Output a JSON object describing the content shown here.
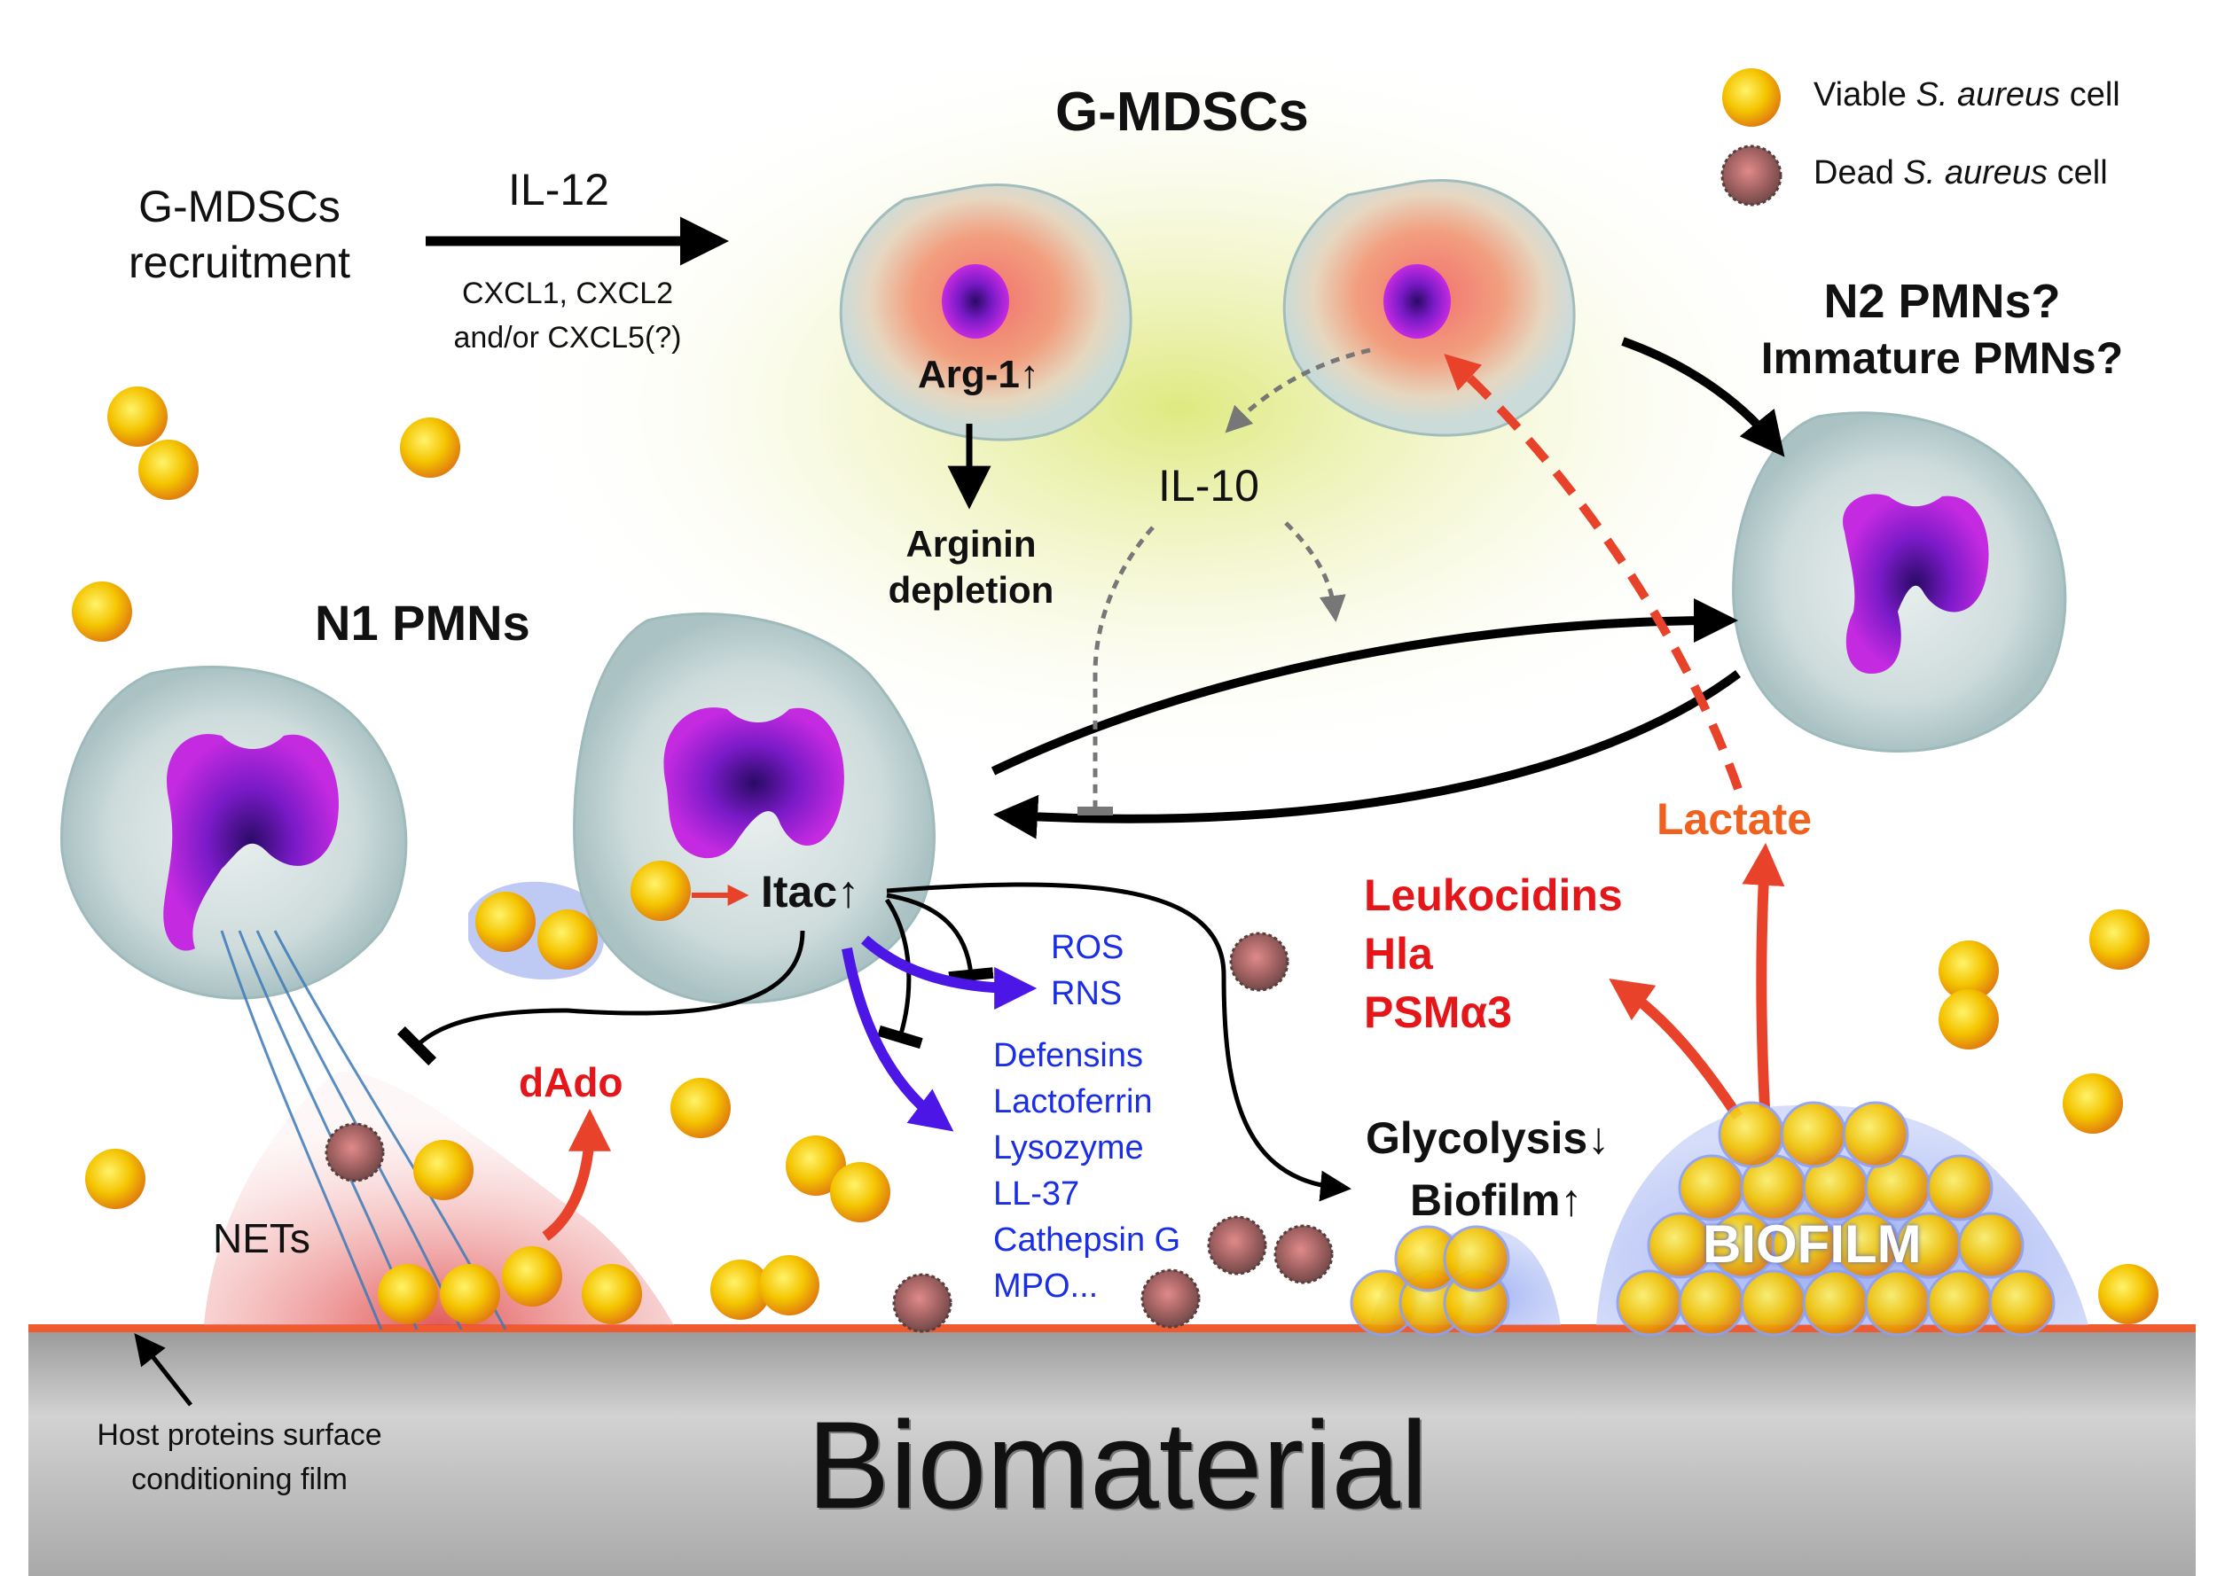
{
  "colors": {
    "viable_cell": "#f2b800",
    "dead_cell": "#8a5a5a",
    "nucleus": "#9a1fd0",
    "arrow_red": "#e8432a",
    "arrow_blue": "#4b16e6",
    "text_blue": "#1a2ee6",
    "text_red": "#e4161a",
    "text_orange": "#f0601e",
    "biomaterial": "#b5b5b5",
    "film_line": "#ef5a2e"
  },
  "legend": {
    "viable": {
      "prefix": "Viable ",
      "species": "S. aureus",
      "suffix": " cell"
    },
    "dead": {
      "prefix": "Dead ",
      "species": "S. aureus",
      "suffix": " cell"
    }
  },
  "labels": {
    "title_gmdsc": "G-MDSCs",
    "recruit_line1": "G-MDSCs",
    "recruit_line2": "recruitment",
    "il12": "IL-12",
    "cxcl_line1": "CXCL1, CXCL2",
    "cxcl_line2": "and/or CXCL5(?)",
    "arg1": "Arg-1↑",
    "arginin_line1": "Arginin",
    "arginin_line2": "depletion",
    "il10": "IL-10",
    "n2_line1": "N2 PMNs?",
    "n2_line2": "Immature PMNs?",
    "n1": "N1 PMNs",
    "itac": "Itac↑",
    "ros": "ROS",
    "rns": "RNS",
    "peptides": [
      "Defensins",
      "Lactoferrin",
      "Lysozyme",
      "LL-37",
      "Cathepsin G",
      "MPO..."
    ],
    "toxins": [
      "Leukocidins",
      "Hla",
      "PSMα3"
    ],
    "lactate": "Lactate",
    "glycolysis": "Glycolysis↓",
    "biofilm_up": "Biofilm↑",
    "biofilm": "BIOFILM",
    "dado": "dAdo",
    "nets": "NETs",
    "film_line1": "Host proteins surface",
    "film_line2": "conditioning film",
    "biomaterial": "Biomaterial"
  }
}
